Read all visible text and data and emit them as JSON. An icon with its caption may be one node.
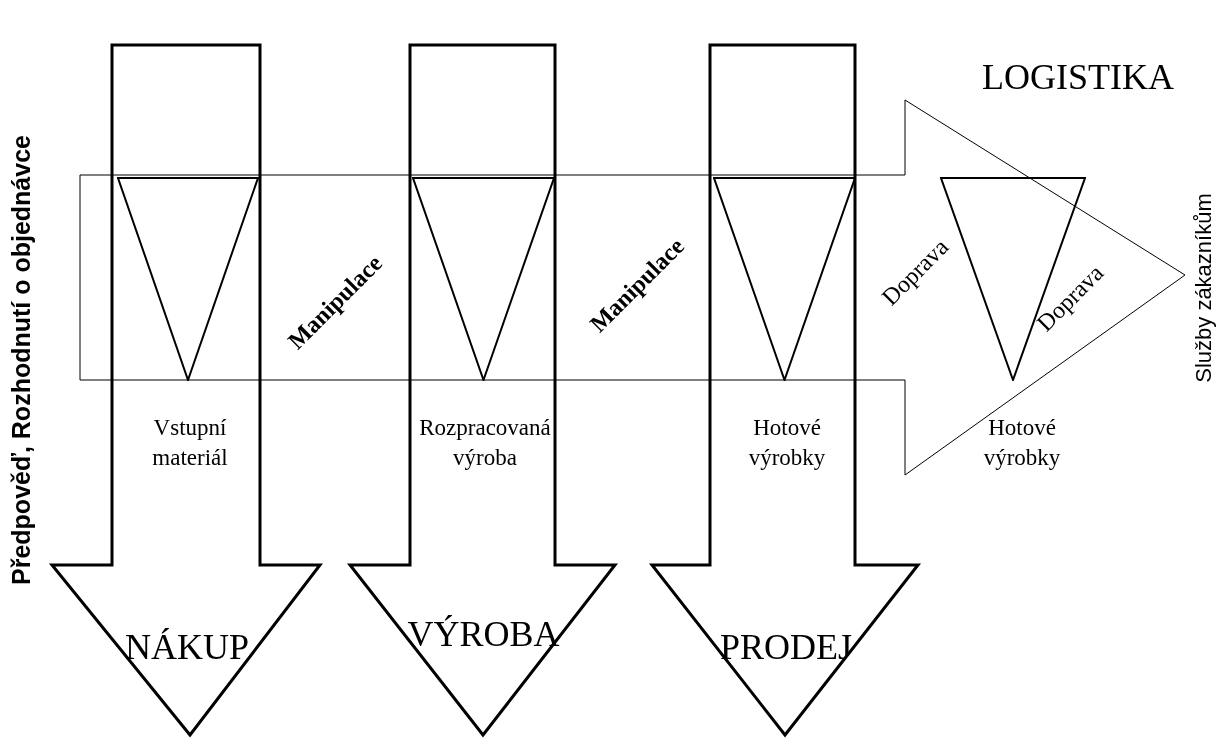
{
  "diagram": {
    "nodes": [
      {
        "text": [
          "LOGISTIKA"
        ],
        "beside": [
          "Služby zákazníkům"
        ]
      },
      {
        "text": [
          "NÁKUP"
        ]
      },
      {
        "text": [
          "VÝROBA"
        ]
      },
      {
        "text": [
          "PRODEJ"
        ]
      },
      {
        "text": [],
        "shape": "triangle"
      },
      {
        "text": [],
        "shape": "triangle"
      },
      {
        "text": [],
        "shape": "triangle"
      },
      {
        "text": [],
        "shape": "triangle",
        "in": 0
      }
    ],
    "labels": [
      "Předpověď, Rozhodnutí o objednávce",
      "Manipulace",
      "Manipulace",
      "Doprava",
      "Doprava",
      "Vstupní materiál",
      "Rozpracovaná výroba",
      "Hotové výrobky",
      "Hotové výrobky"
    ]
  }
}
